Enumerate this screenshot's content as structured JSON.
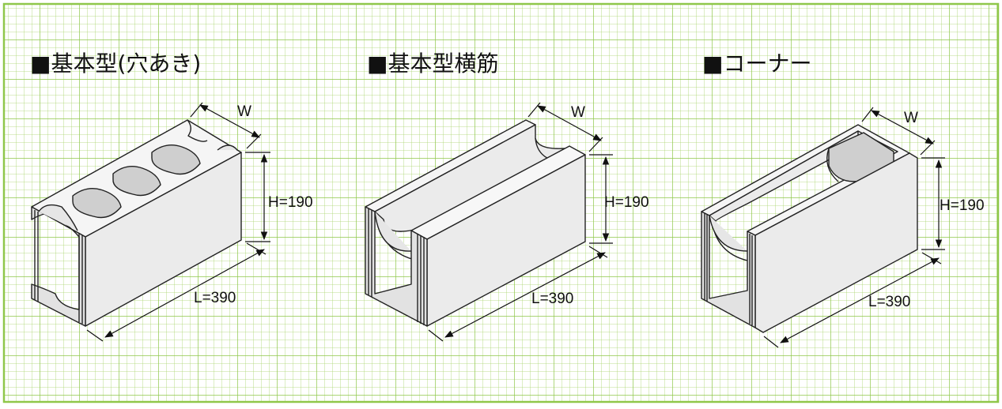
{
  "panels": [
    {
      "title": "■基本型(穴あき)",
      "width_label": "W",
      "height_label": "H=190",
      "length_label": "L=390"
    },
    {
      "title": "■基本型横筋",
      "width_label": "W",
      "height_label": "H=190",
      "length_label": "L=390"
    },
    {
      "title": "■コーナー",
      "width_label": "W",
      "height_label": "H=190",
      "length_label": "L=390"
    }
  ],
  "colors": {
    "grid": "#a9d46a",
    "frame": "#8fc74a",
    "block_face": "#ececec",
    "block_light": "#f7f7f7",
    "hole": "#cfcfcf",
    "outline": "#222222"
  }
}
